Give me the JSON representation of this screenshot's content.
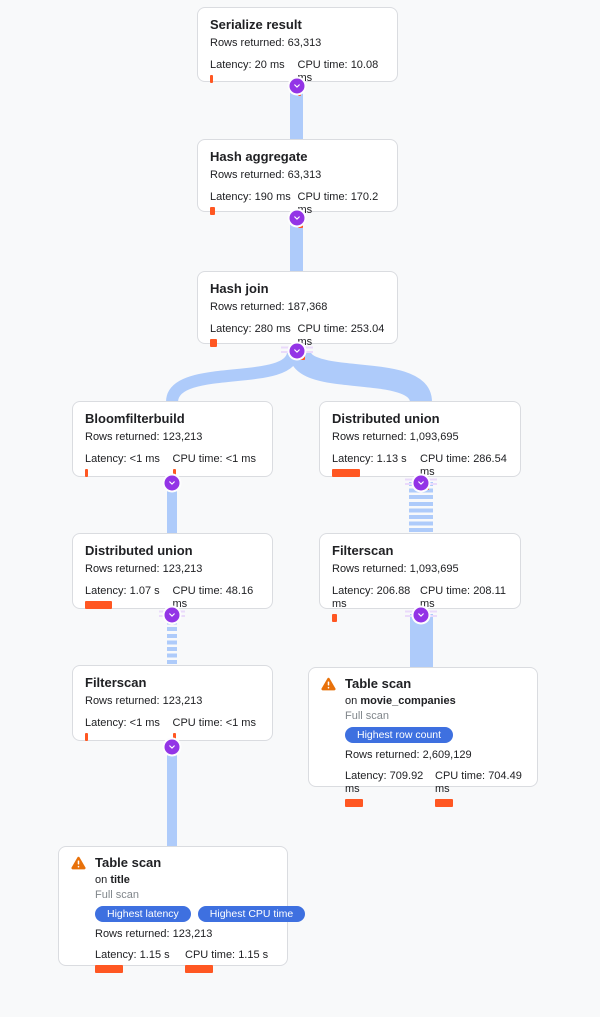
{
  "labels": {
    "rows": "Rows returned:",
    "latency": "Latency:",
    "cpu": "CPU time:",
    "on_prefix": "on"
  },
  "colors": {
    "edge_blue": "#aecbfa",
    "marker_purple": "#9334e6",
    "marker_stripe_lavender": "#eadafb",
    "metric_bar_orange": "#ff5722",
    "badge_blue": "#3e70e0",
    "warning_orange": "#e8710a",
    "background": "#f8f9fa"
  },
  "nodes": [
    {
      "title": "Serialize result",
      "rows": "63,313",
      "latency": "20 ms",
      "cpu": "10.08 ms",
      "latency_bar": 3,
      "cpu_bar": 3
    },
    {
      "title": "Hash aggregate",
      "rows": "63,313",
      "latency": "190 ms",
      "cpu": "170.2 ms",
      "latency_bar": 5,
      "cpu_bar": 5
    },
    {
      "title": "Hash join",
      "rows": "187,368",
      "latency": "280 ms",
      "cpu": "253.04 ms",
      "latency_bar": 7,
      "cpu_bar": 7
    },
    {
      "title": "Bloomfilterbuild",
      "rows": "123,213",
      "latency": "<1 ms",
      "cpu": "<1 ms",
      "latency_bar": 3,
      "cpu_bar": 3
    },
    {
      "title": "Distributed union",
      "rows": "1,093,695",
      "latency": "1.13 s",
      "cpu": "286.54 ms",
      "latency_bar": 28,
      "cpu_bar": 9
    },
    {
      "title": "Distributed union",
      "rows": "123,213",
      "latency": "1.07 s",
      "cpu": "48.16 ms",
      "latency_bar": 27,
      "cpu_bar": 3
    },
    {
      "title": "Filterscan",
      "rows": "1,093,695",
      "latency": "206.88 ms",
      "cpu": "208.11 ms",
      "latency_bar": 5,
      "cpu_bar": 6
    },
    {
      "title": "Filterscan",
      "rows": "123,213",
      "latency": "<1 ms",
      "cpu": "<1 ms",
      "latency_bar": 3,
      "cpu_bar": 3
    },
    {
      "title": "Table scan",
      "on": "movie_companies",
      "scan": "Full scan",
      "badges": [
        "Highest row count"
      ],
      "rows": "2,609,129",
      "latency": "709.92 ms",
      "cpu": "704.49 ms",
      "latency_bar": 18,
      "cpu_bar": 18
    },
    {
      "title": "Table scan",
      "on": "title",
      "scan": "Full scan",
      "badges": [
        "Highest latency",
        "Highest CPU time"
      ],
      "rows": "123,213",
      "latency": "1.15 s",
      "cpu": "1.15 s",
      "latency_bar": 28,
      "cpu_bar": 28
    }
  ]
}
